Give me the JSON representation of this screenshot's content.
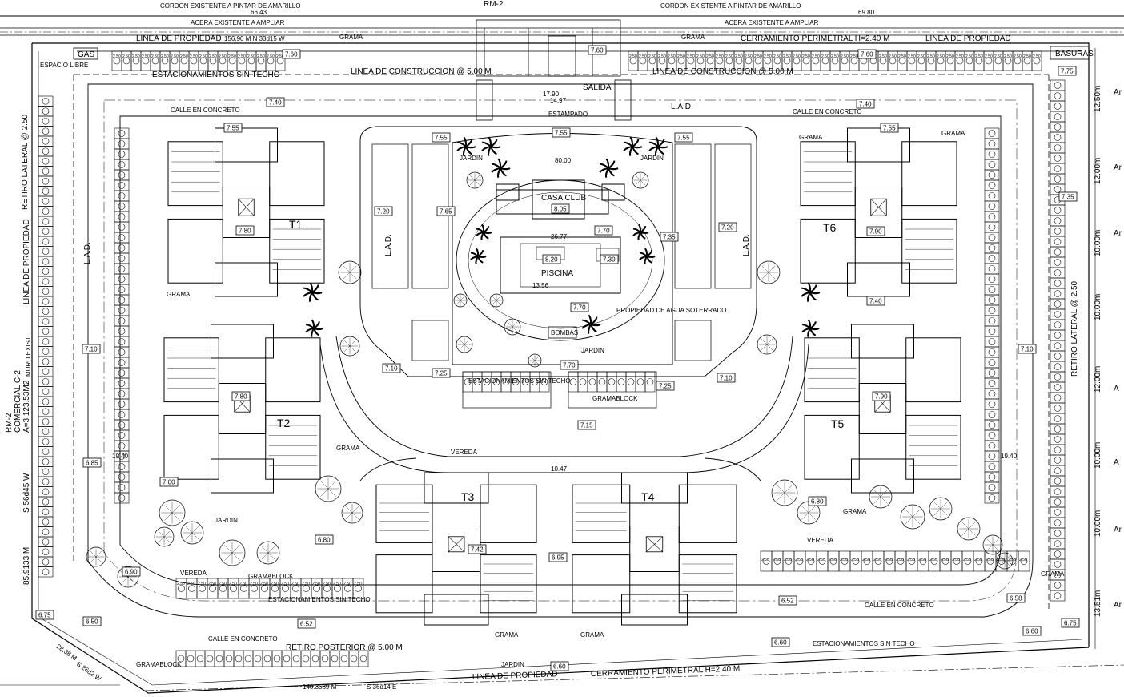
{
  "zoning": {
    "top": "RM-2",
    "left": "RM-2",
    "left2": "COMERCIAL C-2",
    "left3": "A=3,123.53M2"
  },
  "top_notes": {
    "cordon_left": "CORDON EXISTENTE A PINTAR DE AMARILLO",
    "cordon_right": "CORDON EXISTENTE A PINTAR DE AMARILLO",
    "acera_left": "ACERA EXISTENTE A AMPLIAR",
    "acera_right": "ACERA EXISTENTE A AMPLIAR",
    "dim_top": "66.43",
    "dim_top_right": "69.80",
    "bearing_top": "156.90 M  N 33d15 W"
  },
  "property_lines": {
    "top_left": "LINEA DE PROPIEDAD",
    "top_right": "LINEA DE PROPIEDAD",
    "bottom": "LINEA DE PROPIEDAD",
    "left": "LINEA DE PROPIEDAD",
    "perimetral_top": "CERRAMIENTO PERIMETRAL H=2.40 M",
    "perimetral_bottom": "CERRAMIENTO PERIMETRAL H=2.40 M"
  },
  "setbacks": {
    "construction_left": "LINEA DE CONSTRUCCION @ 5.00 M",
    "construction_right": "LINEA DE CONSTRUCCION @ 5.00 M",
    "lateral_left": "RETIRO LATERAL @ 2.50",
    "lateral_right": "RETIRO LATERAL @ 2.50",
    "rear": "RETIRO POSTERIOR @ 5.00 M",
    "muro": "MURO EXIST."
  },
  "bearings": {
    "bottom": "140.3589 M",
    "bottom2": "S 36d14 E",
    "left": "S 56d45 W",
    "left2": "85.9133 M",
    "corner": "28.38 M",
    "corner2": "S 26d2 W"
  },
  "towers": [
    "T1",
    "T2",
    "T3",
    "T4",
    "T5",
    "T6"
  ],
  "amenities": {
    "club": "CASA CLUB",
    "pool": "PISCINA",
    "bombas": "BOMBAS",
    "jardin": "JARDIN",
    "grama": "GRAMA",
    "salida": "SALIDA",
    "gas": "GAS",
    "basuras": "BASURAS",
    "espacio": "ESPACIO LIBRE",
    "estacionamientos": "ESTACIONAMIENTOS SIN TECHO",
    "estacionamientos2": "ESTACIONAMIENTOS SIN TECHO",
    "estacionamientos3": "ESTACIONAMIENTOS SIN TECHO",
    "estacionamientos4": "ESTACIONAMIENTOS SIN TECHO",
    "calle_left": "CALLE EN CONCRETO",
    "calle_right": "CALLE EN CONCRETO",
    "calle_bottom": "CALLE EN CONCRETO",
    "calle_br": "CALLE EN CONCRETO",
    "lad": "L.A.D.",
    "vereda": "VEREDA",
    "gramablock": "GRAMABLOCK",
    "cisterna": "PROPIEDAD DE AGUA SOTERRADO",
    "estampado": "ESTAMPADO"
  },
  "levels": {
    "l760a": "7.60",
    "l760b": "7.60",
    "l760c": "7.60",
    "l740a": "7.40",
    "l740b": "7.40",
    "l755a": "7.55",
    "l755b": "7.55",
    "l755c": "7.55",
    "l755d": "7.55",
    "l755e": "7.55",
    "l775": "7.75",
    "l735a": "7.35",
    "l735b": "7.35",
    "l720a": "7.20",
    "l720b": "7.20",
    "l765": "7.65",
    "l805": "8.05",
    "l820": "8.20",
    "l770a": "7.70",
    "l770b": "7.70",
    "l770c": "7.70",
    "l780a": "7.80",
    "l780b": "7.80",
    "l790a": "7.90",
    "l790b": "7.90",
    "l730": "7.30",
    "l740c": "7.40",
    "l710a": "7.10",
    "l710b": "7.10",
    "l710c": "7.10",
    "l710d": "7.10",
    "l725a": "7.25",
    "l725b": "7.25",
    "l715": "7.15",
    "l685": "6.85",
    "l700": "7.00",
    "l690": "6.90",
    "l675": "6.75",
    "l650": "6.50",
    "l652a": "6.52",
    "l652b": "6.52",
    "l680a": "6.80",
    "l680b": "6.80",
    "l660a": "6.60",
    "l660b": "6.60",
    "l658": "6.58",
    "l675b": "6.75",
    "l660c": "6.60",
    "l695": "6.95",
    "l742": "7.42"
  },
  "right_dims": [
    "12.50m",
    "12.00m",
    "10.00m",
    "10.00m",
    "12.00m",
    "10.00m",
    "10.00m",
    "13.51m"
  ],
  "right_cut": [
    "Ar",
    "Ar",
    "Ar",
    "A",
    "A",
    "Ar",
    "Ar"
  ],
  "bay": "2.50",
  "center_dims": {
    "d1": "17.90",
    "d2": "14.97",
    "d3": "80.00",
    "d4": "26.77",
    "d5": "13.56",
    "d6": "19.40",
    "d7": "10.47",
    "d8": "19.40"
  },
  "colors": {
    "line": "#000000",
    "bg": "#ffffff",
    "grid": "#888888"
  }
}
